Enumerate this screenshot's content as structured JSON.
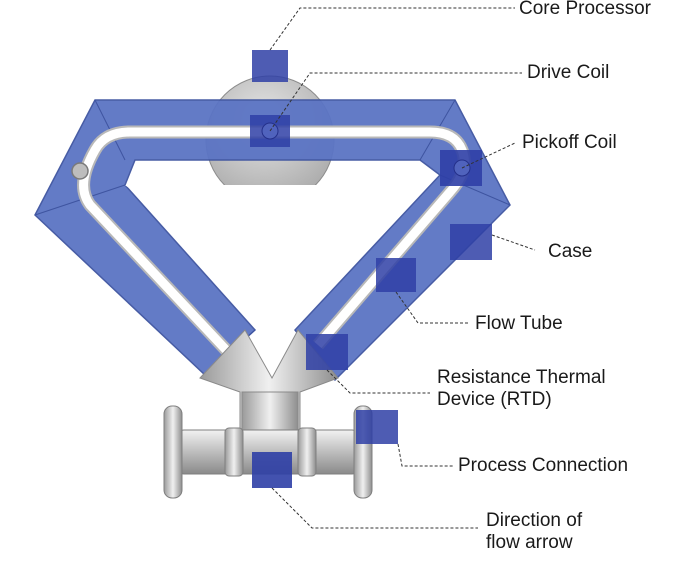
{
  "labels": {
    "core_processor": "Core Processor",
    "drive_coil": "Drive Coil",
    "pickoff_coil": "Pickoff Coil",
    "case": "Case",
    "flow_tube": "Flow Tube",
    "rtd_line1": "Resistance Thermal",
    "rtd_line2": "Device (RTD)",
    "process_connection": "Process Connection",
    "direction_line1": "Direction of",
    "direction_line2": "flow arrow"
  },
  "colors": {
    "case_blue": "#5b74c4",
    "marker_blue": "#2f3fa6",
    "metal_gray": "#c8c8c8",
    "leader_line": "#333333"
  }
}
